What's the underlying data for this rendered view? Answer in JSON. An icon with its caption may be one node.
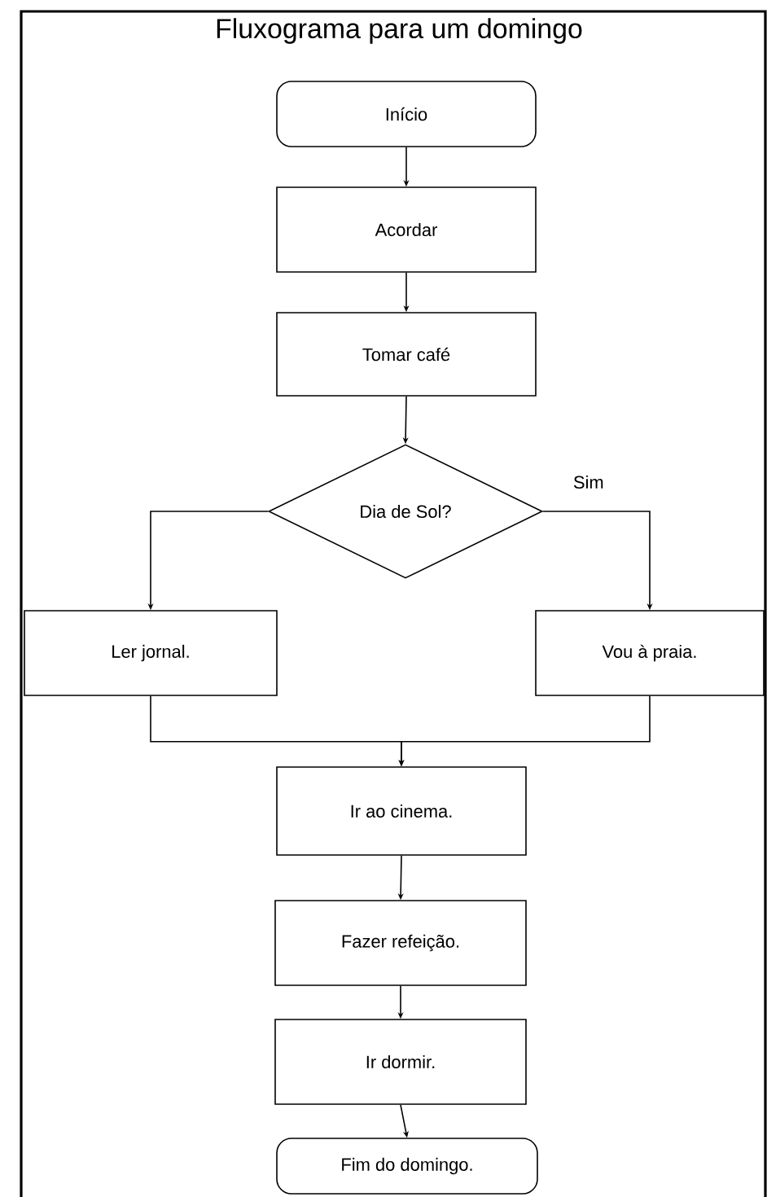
{
  "diagram": {
    "title": "Fluxograma para um domingo",
    "nodes": [
      {
        "text": [
          "Início"
        ]
      },
      {
        "text": [
          "Acordar"
        ]
      },
      {
        "text": [
          "Tomar café"
        ]
      },
      {
        "text": [
          "Dia de Sol?"
        ]
      },
      {
        "text": [
          "Ler jornal."
        ]
      },
      {
        "text": [
          "Vou à praia."
        ]
      },
      {
        "text": [
          "Ir ao cinema."
        ]
      },
      {
        "text": [
          "Fazer refeição."
        ]
      },
      {
        "text": [
          "Ir dormir."
        ]
      },
      {
        "text": [
          "Fim do domingo."
        ]
      }
    ],
    "edges": [
      {
        "from": 0,
        "to": 1,
        "arrow": "to"
      },
      {
        "from": 1,
        "to": 2,
        "arrow": "to"
      },
      {
        "from": 2,
        "to": 3,
        "arrow": "to"
      },
      {
        "from": 3,
        "to": 4,
        "arrow": "to"
      },
      {
        "from": 3,
        "to": 5,
        "arrow": "to",
        "label": "Sim"
      },
      {
        "from": 4,
        "to": 6,
        "arrow": "to"
      },
      {
        "from": 5,
        "to": 6,
        "arrow": "to"
      },
      {
        "from": 6,
        "to": 7,
        "arrow": "to"
      },
      {
        "from": 7,
        "to": 8,
        "arrow": "to"
      },
      {
        "from": 8,
        "to": 9,
        "arrow": "to"
      }
    ]
  }
}
